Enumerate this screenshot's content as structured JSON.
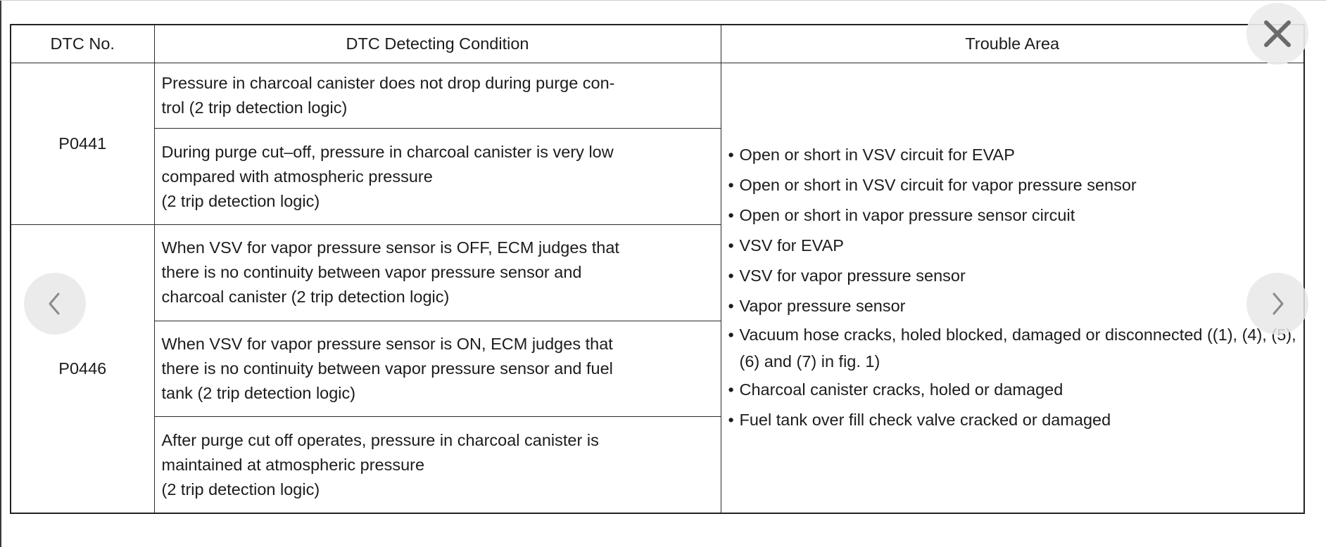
{
  "table": {
    "headers": [
      "DTC No.",
      "DTC Detecting Condition",
      "Trouble Area"
    ],
    "groups": [
      {
        "code": "P0441",
        "conditions": [
          [
            "Pressure in charcoal canister does not drop during purge con-",
            "trol (2 trip detection logic)"
          ],
          [
            "During purge cut–off, pressure in charcoal canister is very low",
            "compared with atmospheric pressure",
            "(2 trip detection logic)"
          ]
        ]
      },
      {
        "code": "P0446",
        "conditions": [
          [
            "When VSV for vapor pressure sensor is OFF, ECM judges that",
            "there is no continuity between vapor pressure sensor and",
            "charcoal canister (2 trip detection logic)"
          ],
          [
            "When VSV for vapor pressure sensor is ON, ECM judges that",
            "there is no continuity between vapor pressure sensor and fuel",
            "tank (2 trip detection logic)"
          ],
          [
            "After purge cut off operates, pressure in charcoal canister is",
            "maintained at atmospheric pressure",
            "(2 trip detection logic)"
          ]
        ]
      }
    ],
    "trouble_areas": [
      "Open or short in VSV circuit for EVAP",
      "Open or short in VSV circuit for vapor pressure sensor",
      "Open or short in vapor pressure sensor circuit",
      "VSV for EVAP",
      "VSV for vapor pressure sensor",
      "Vapor pressure sensor",
      "Vacuum hose cracks, holed blocked,  damaged or disconnected ((1), (4), (5),(6) and (7) in fig. 1)",
      "Charcoal canister cracks, holed or damaged",
      "Fuel tank over fill check valve cracked or damaged"
    ]
  },
  "viewer": {
    "close_icon": "close-x-icon",
    "prev_icon": "chevron-left-icon",
    "next_icon": "chevron-right-icon"
  }
}
